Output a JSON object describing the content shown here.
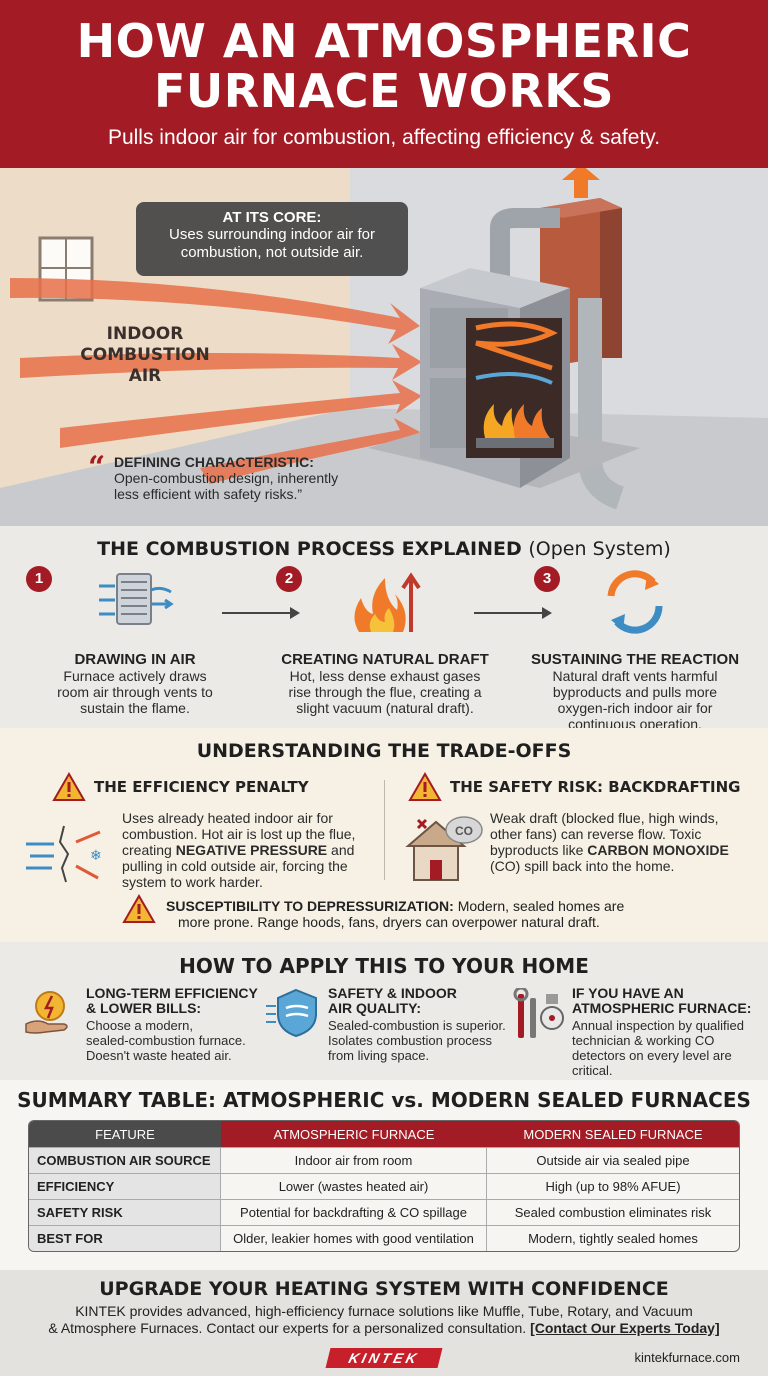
{
  "header": {
    "title_line1": "HOW AN ATMOSPHERIC",
    "title_line2": "FURNACE WORKS",
    "subtitle": "Pulls indoor air for combustion, affecting efficiency & safety."
  },
  "hero": {
    "core_title": "AT ITS CORE:",
    "core_line1": "Uses surrounding indoor air for",
    "core_line2": "combustion, not outside air.",
    "indoor_label": "INDOOR COMBUSTION AIR",
    "quote_title": "DEFINING CHARACTERISTIC:",
    "quote_line1": "Open-combustion design, inherently",
    "quote_line2": "less efficient with safety risks.”",
    "colors": {
      "accent": "#a31b24",
      "flame": "#f07a2a",
      "air": "#e8704a"
    }
  },
  "process": {
    "title": "THE COMBUSTION PROCESS EXPLAINED",
    "title_suffix": "(Open System)",
    "steps": [
      {
        "num": "1",
        "label": "DRAWING IN AIR",
        "line1": "Furnace actively draws",
        "line2": "room air through vents to",
        "line3": "sustain the flame.",
        "line4": "",
        "icon": "vent-airflow-icon"
      },
      {
        "num": "2",
        "label": "CREATING NATURAL DRAFT",
        "line1": "Hot, less dense exhaust gases",
        "line2": "rise through the flue, creating a",
        "line3": "slight vacuum (natural draft).",
        "line4": "",
        "icon": "flame-draft-icon"
      },
      {
        "num": "3",
        "label": "SUSTAINING THE REACTION",
        "line1": "Natural draft vents harmful",
        "line2": "byproducts and pulls more",
        "line3": "oxygen-rich indoor air for",
        "line4": "continuous operation.",
        "icon": "cycle-arrows-icon"
      }
    ]
  },
  "tradeoffs": {
    "title": "UNDERSTANDING THE TRADE-OFFS",
    "efficiency": {
      "head": "THE EFFICIENCY PENALTY",
      "line1": "Uses already heated indoor air for",
      "line2": "combustion. Hot air is lost up the flue,",
      "line3_pre": "creating ",
      "line3_bold": "NEGATIVE PRESSURE",
      "line3_post": " and",
      "line4": "pulling in cold outside air, forcing the",
      "line5": "system to work harder."
    },
    "safety": {
      "head": "THE SAFETY RISK: BACKDRAFTING",
      "line1": "Weak draft (blocked flue, high winds,",
      "line2": "other fans) can reverse flow. Toxic",
      "line3_pre": "byproducts like ",
      "line3_bold": "CARBON MONOXIDE",
      "line4": "(CO) spill back into the home.",
      "co_label": "CO"
    },
    "depress_bold": "SUSCEPTIBILITY TO DEPRESSURIZATION:",
    "depress_line1": " Modern, sealed homes are",
    "depress_line2": "more prone. Range hoods, fans, dryers can overpower natural draft."
  },
  "apply": {
    "title": "HOW TO APPLY THIS TO YOUR HOME",
    "cols": [
      {
        "h1": "LONG-TERM EFFICIENCY",
        "h2": "& LOWER BILLS:",
        "d1": "Choose a modern,",
        "d2": "sealed-combustion furnace.",
        "d3": "Doesn't waste heated air.",
        "d4": "",
        "icon": "savings-hand-icon"
      },
      {
        "h1": "SAFETY & INDOOR",
        "h2": "AIR QUALITY:",
        "d1": "Sealed-combustion is superior.",
        "d2": "Isolates combustion process",
        "d3": "from living space.",
        "d4": "",
        "icon": "shield-air-icon"
      },
      {
        "h1": "IF YOU HAVE AN",
        "h2": "ATMOSPHERIC FURNACE:",
        "d1": "Annual inspection by qualified",
        "d2": "technician & working CO",
        "d3": "detectors on every level are",
        "d4": "critical.",
        "icon": "tools-detector-icon"
      }
    ]
  },
  "table": {
    "title": "SUMMARY TABLE: ATMOSPHERIC vs. MODERN SEALED FURNACES",
    "headers": [
      "FEATURE",
      "ATMOSPHERIC FURNACE",
      "MODERN SEALED FURNACE"
    ],
    "rows": [
      [
        "COMBUSTION AIR SOURCE",
        "Indoor air from room",
        "Outside air via sealed pipe"
      ],
      [
        "EFFICIENCY",
        "Lower (wastes heated air)",
        "High (up to 98% AFUE)"
      ],
      [
        "SAFETY RISK",
        "Potential for backdrafting & CO spillage",
        "Sealed combustion eliminates risk"
      ],
      [
        "BEST FOR",
        "Older, leakier homes with good ventilation",
        "Modern, tightly sealed homes"
      ]
    ]
  },
  "footer": {
    "title": "UPGRADE YOUR HEATING SYSTEM WITH CONFIDENCE",
    "line1": "KINTEK provides advanced, high-efficiency furnace solutions like Muffle, Tube, Rotary, and Vacuum",
    "line2": "& Atmosphere Furnaces. Contact our experts for a personalized consultation. ",
    "cta": "[Contact Our Experts Today]",
    "logo": "KINTEK",
    "site": "kintekfurnace.com"
  }
}
